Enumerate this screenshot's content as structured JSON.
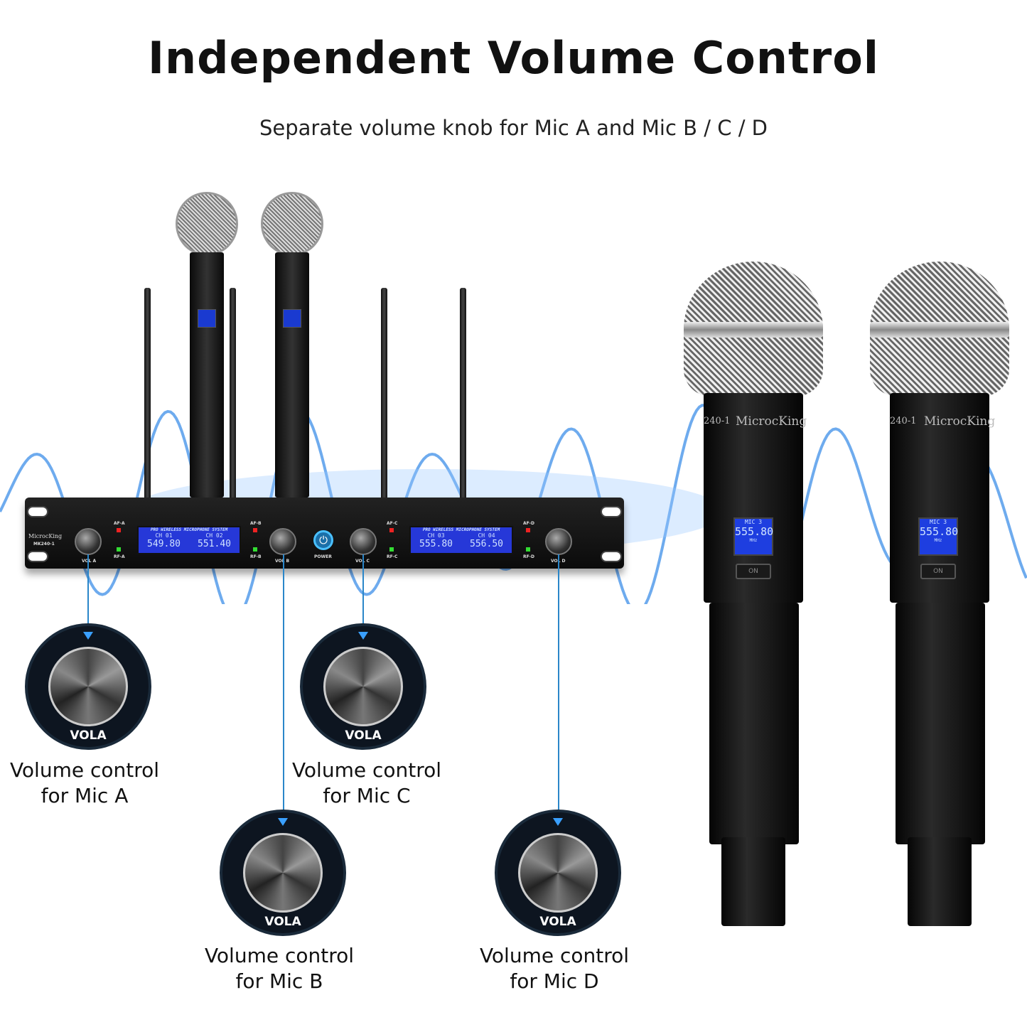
{
  "header": {
    "title": "Independent Volume Control",
    "subtitle": "Separate volume knob for Mic A and Mic B / C / D"
  },
  "receiver": {
    "brand": "MicrocKing",
    "model": "MK240-1",
    "power_label": "POWER",
    "lcd_header": "PRO WIRELESS MICROPHONE SYSTEM",
    "channels": [
      {
        "ch": "CH 01",
        "freq": "549.80",
        "af": "AF-A",
        "rf": "RF-A",
        "vol": "VOL A"
      },
      {
        "ch": "CH 02",
        "freq": "551.40",
        "af": "AF-B",
        "rf": "RF-B",
        "vol": "VOL B"
      },
      {
        "ch": "CH 03",
        "freq": "555.80",
        "af": "AF-C",
        "rf": "RF-C",
        "vol": "VOL C"
      },
      {
        "ch": "CH 04",
        "freq": "556.50",
        "af": "AF-D",
        "rf": "RF-D",
        "vol": "VOL D"
      }
    ],
    "unit": "MHz"
  },
  "callouts": [
    {
      "knob_label": "VOLA",
      "line1": "Volume control",
      "line2": "for Mic A"
    },
    {
      "knob_label": "VOLA",
      "line1": "Volume control",
      "line2": "for Mic C"
    },
    {
      "knob_label": "VOLA",
      "line1": "Volume control",
      "line2": "for Mic B"
    },
    {
      "knob_label": "VOLA",
      "line1": "Volume control",
      "line2": "for Mic D"
    }
  ],
  "microphones": {
    "brand": "MicrocKing",
    "model": "240-1",
    "lcd_tag": "MIC 3",
    "freq": "555.80",
    "unit": "MHz",
    "switch": "ON"
  },
  "colors": {
    "accent": "#2a86c9",
    "lcd": "#2638d8",
    "wave": "#3d8fe8"
  }
}
